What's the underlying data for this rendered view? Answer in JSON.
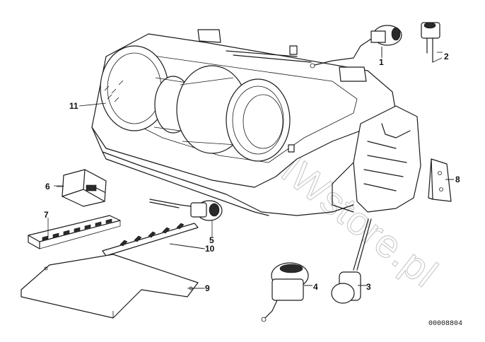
{
  "labels": {
    "p1": "1",
    "p2": "2",
    "p3": "3",
    "p4": "4",
    "p5": "5",
    "p6": "6",
    "p7": "7",
    "p8": "8",
    "p9": "9",
    "p10": "10",
    "p11": "11"
  },
  "diagram_code": "00008804",
  "watermark": "www.BMWstore.pl"
}
